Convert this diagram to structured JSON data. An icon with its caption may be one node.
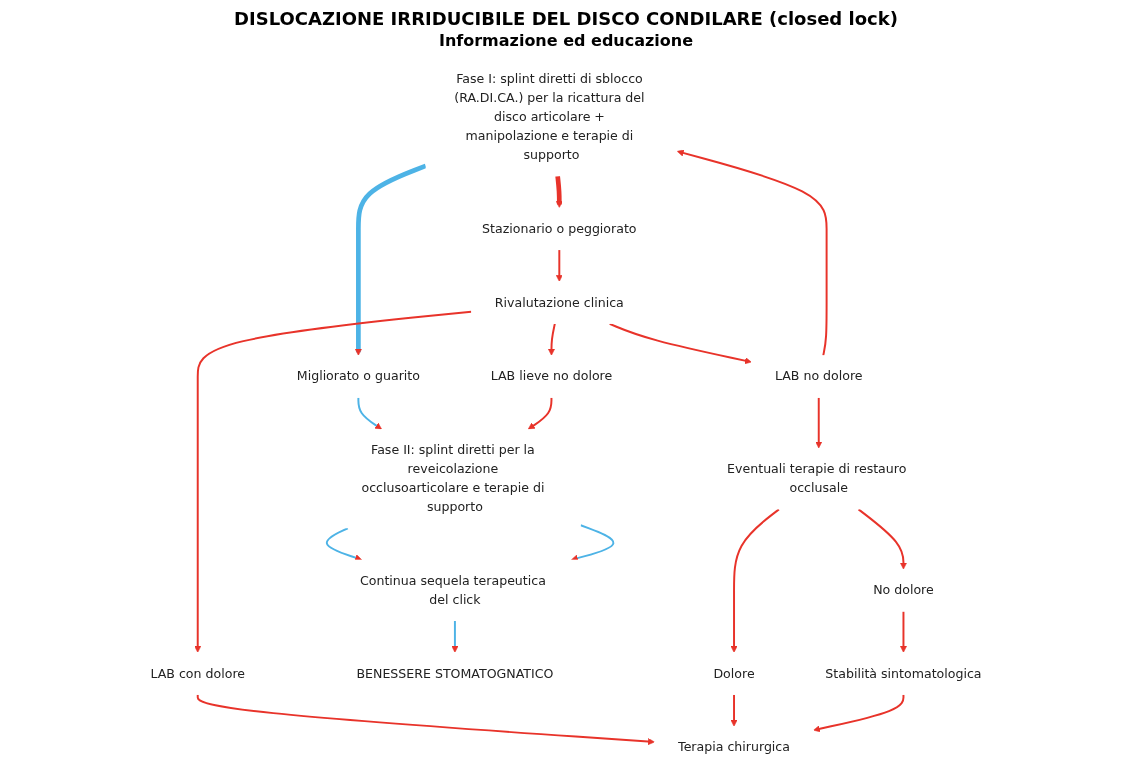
{
  "diagram": {
    "title": "DISLOCAZIONE IRRIDUCIBILE DEL DISCO CONDILARE (closed lock)",
    "labels": [
      "Informazione ed educazione"
    ],
    "nodes": [
      {
        "text": [
          "Fase I: splint diretti di sblocco (RA.DI.CA.) per la ricattura del disco articolare + manipolazione e terapie di supporto"
        ]
      },
      {
        "text": [
          "Migliorato o guarito"
        ]
      },
      {
        "text": [
          "Stazionario o peggiorato"
        ]
      },
      {
        "text": [
          "Rivalutazione clinica"
        ]
      },
      {
        "text": [
          "LAB lieve no dolore"
        ]
      },
      {
        "text": [
          "LAB no dolore"
        ]
      },
      {
        "text": [
          "LAB con dolore"
        ]
      },
      {
        "text": [
          "Fase II: splint diretti per la reveicolazione occlusoarticolare e terapie di supporto"
        ]
      },
      {
        "text": [
          "Continua sequela terapeutica del click"
        ]
      },
      {
        "text": [
          "BENESSERE STOMATOGNATICO"
        ]
      },
      {
        "text": [
          "Eventuali terapie di restauro occlusale"
        ]
      },
      {
        "text": [
          "No dolore"
        ]
      },
      {
        "text": [
          "Dolore"
        ]
      },
      {
        "text": [
          "Stabilità sintomatologica"
        ]
      },
      {
        "text": [
          "Terapia chirurgica"
        ]
      }
    ],
    "edges": [
      {
        "from": 0,
        "to": 1,
        "arrow": "to",
        "style": "thick",
        "color": "#4db3e6"
      },
      {
        "from": 0,
        "to": 2,
        "arrow": "to",
        "style": "thick"
      },
      {
        "from": 1,
        "to": 7,
        "arrow": "to",
        "color": "#4db3e6"
      },
      {
        "from": 2,
        "to": 3,
        "arrow": "to"
      },
      {
        "from": 3,
        "to": 4,
        "arrow": "to"
      },
      {
        "from": 3,
        "to": 5,
        "arrow": "to"
      },
      {
        "from": 3,
        "to": 6,
        "arrow": "to"
      },
      {
        "from": 4,
        "to": 7,
        "arrow": "to"
      },
      {
        "from": 5,
        "to": 0,
        "arrow": "to"
      },
      {
        "from": 5,
        "to": 10,
        "arrow": "to"
      },
      {
        "from": 6,
        "to": 14,
        "arrow": "to"
      },
      {
        "from": 7,
        "to": 8,
        "arrow": "to",
        "color": "#4db3e6"
      },
      {
        "from": 7,
        "to": 8,
        "arrow": "to",
        "color": "#4db3e6"
      },
      {
        "from": 8,
        "to": 9,
        "arrow": "to",
        "color": "#4db3e6"
      },
      {
        "from": 10,
        "to": 11,
        "arrow": "to"
      },
      {
        "from": 10,
        "to": 12,
        "arrow": "to"
      },
      {
        "from": 11,
        "to": 13,
        "arrow": "to"
      },
      {
        "from": 12,
        "to": 14,
        "arrow": "to"
      },
      {
        "from": 13,
        "to": 14,
        "arrow": "to"
      }
    ]
  }
}
